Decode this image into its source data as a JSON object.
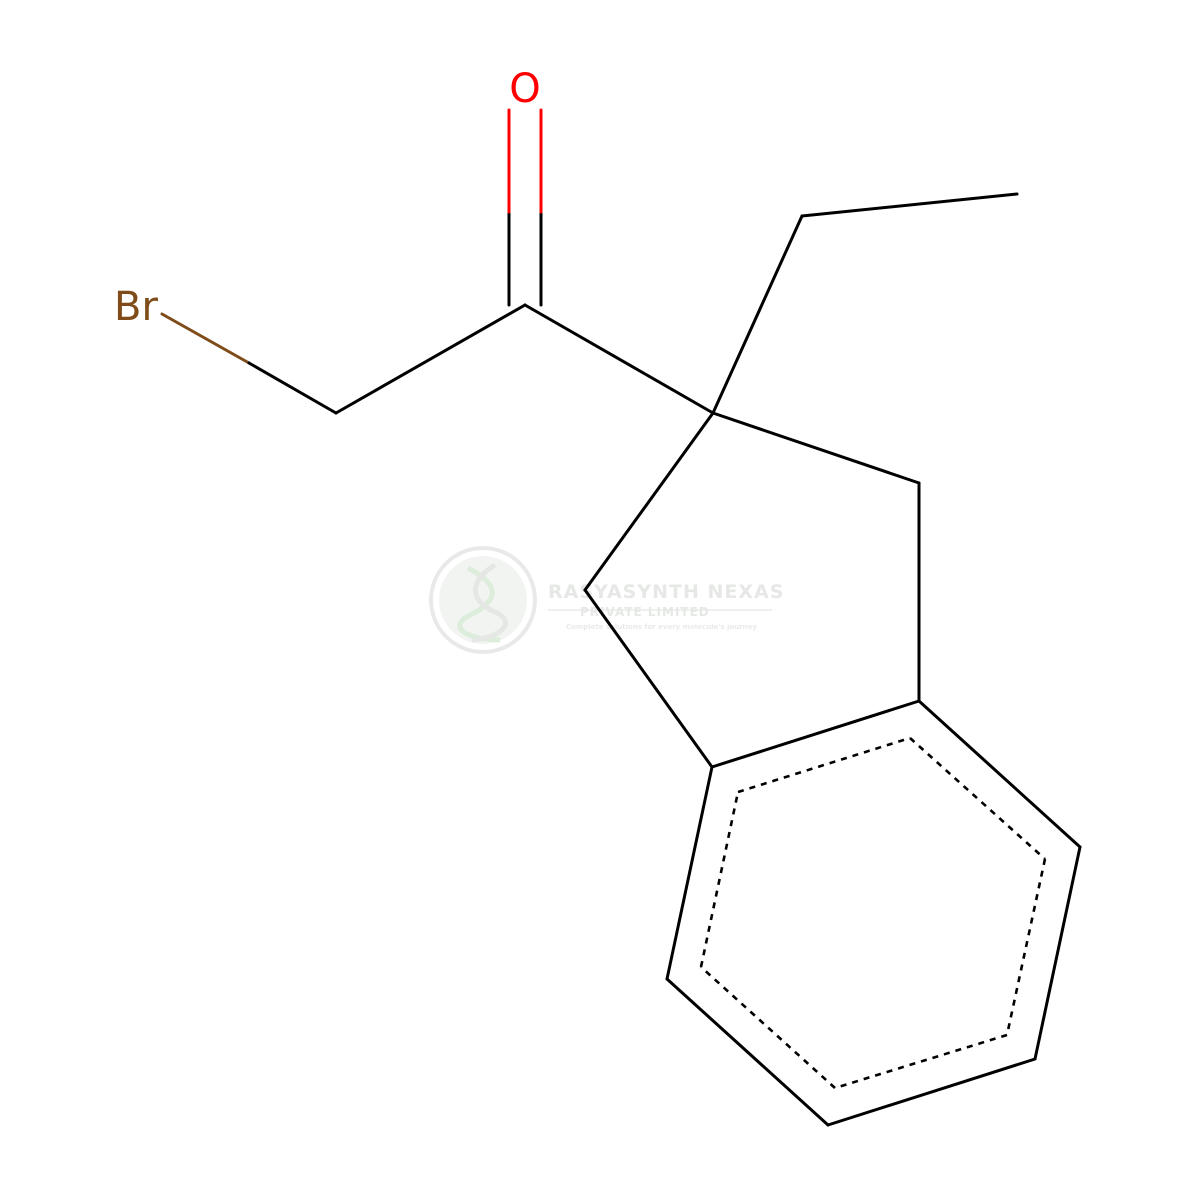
{
  "molecule": {
    "atoms": {
      "oxygen": {
        "symbol": "O",
        "color": "#ff0000"
      },
      "bromine": {
        "symbol": "Br",
        "color": "#7f4c19"
      }
    },
    "bond_color": "#000000"
  },
  "watermark": {
    "company": "RASYASYNTH NEXAS",
    "subtitle": "PRIVATE LIMITED",
    "tagline": "Complete solutions for every molecule's journey",
    "color": "#e3e6e3",
    "accent": "#d6ebd6"
  }
}
